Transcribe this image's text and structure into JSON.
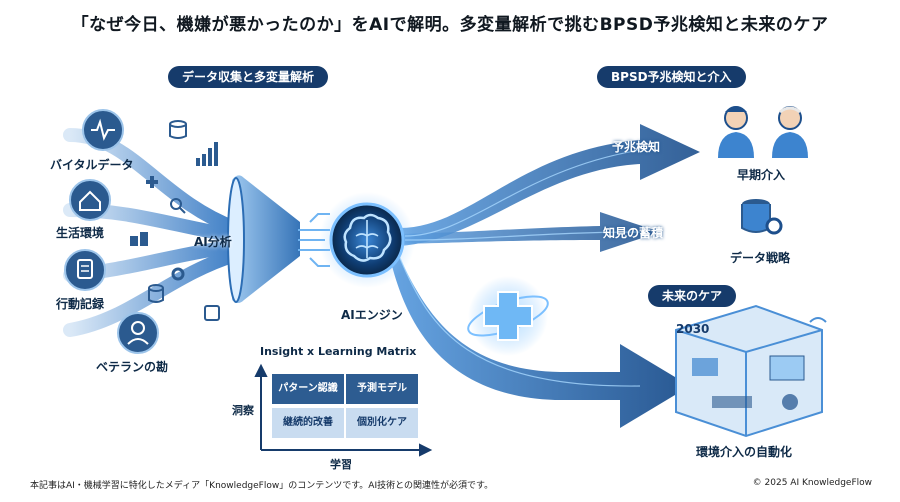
{
  "title": "「なぜ今日、機嫌が悪かったのか」をAIで解明。多変量解析で挑むBPSD予兆検知と未来のケア",
  "left_header": "データ収集と多変量解析",
  "right_header": "BPSD予兆検知と介入",
  "future_header": "未来のケア",
  "inputs": [
    "バイタルデータ",
    "生活環境",
    "行動記録",
    "ベテランの勘"
  ],
  "funnel_label": "AI分析",
  "engine_label": "AIエンジン",
  "flows": [
    "予兆検知",
    "知見の蓄積"
  ],
  "outputs": {
    "early": "早期介入",
    "data_strategy": "データ戦略",
    "year": "2030",
    "automation": "環境介入の自動化"
  },
  "matrix": {
    "title": "Insight x Learning Matrix",
    "y_label": "洞察",
    "x_label": "学習",
    "cells": [
      "パターン認識",
      "予測モデル",
      "継続的改善",
      "個別化ケア"
    ]
  },
  "footer_left": "本記事はAI・機械学習に特化したメディア「KnowledgeFlow」のコンテンツです。AI技術との関連性が必須です。",
  "footer_right": "© 2025 AI KnowledgeFlow",
  "colors": {
    "navy": "#163b6b",
    "flow": "#4a8fd6",
    "glow": "#7cc0ff",
    "matrix_dark": "#2d5c91",
    "matrix_light": "#c9dcf0"
  }
}
